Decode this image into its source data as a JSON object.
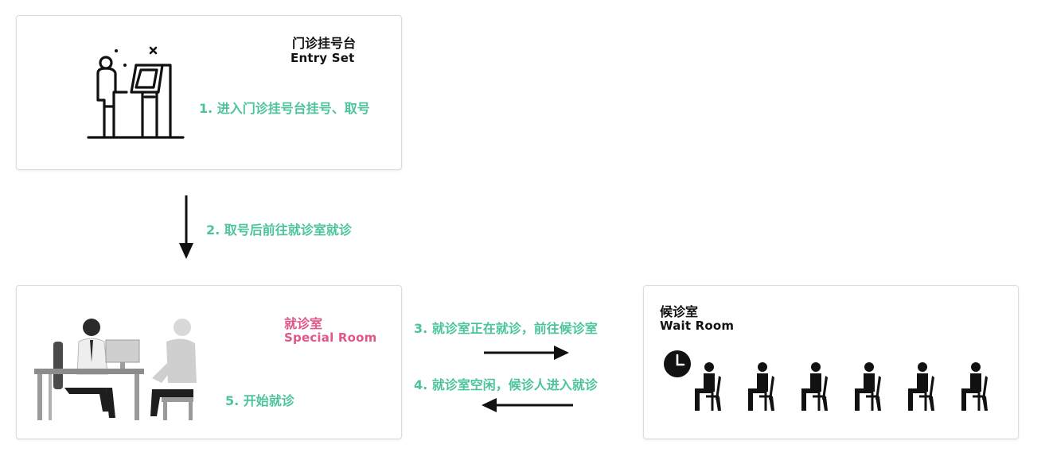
{
  "colors": {
    "step_text": "#4cc49b",
    "special_room_title": "#e0568a",
    "ink": "#111111",
    "card_border": "#dcdcdc"
  },
  "entry_card": {
    "title_cn": "门诊挂号台",
    "title_en": "Entry Set",
    "step": "1. 进入门诊挂号台挂号、取号",
    "icon": "person-at-kiosk-icon"
  },
  "arrow_down": {
    "step": "2. 取号后前往就诊室就诊",
    "icon": "arrow-down-icon"
  },
  "special_room_card": {
    "title_cn": "就诊室",
    "title_en": "Special Room",
    "step": "5. 开始就诊",
    "icon": "doctor-consultation-icon"
  },
  "middle_arrows": {
    "step_right": "3. 就诊室正在就诊，前往候诊室",
    "step_left": "4. 就诊室空闲，候诊人进入就诊",
    "icons": [
      "arrow-right-icon",
      "arrow-left-icon"
    ]
  },
  "wait_room_card": {
    "title_cn": "候诊室",
    "title_en": "Wait Room",
    "icons": [
      "clock-icon",
      "seated-person-icon"
    ],
    "seated_count": 6
  }
}
